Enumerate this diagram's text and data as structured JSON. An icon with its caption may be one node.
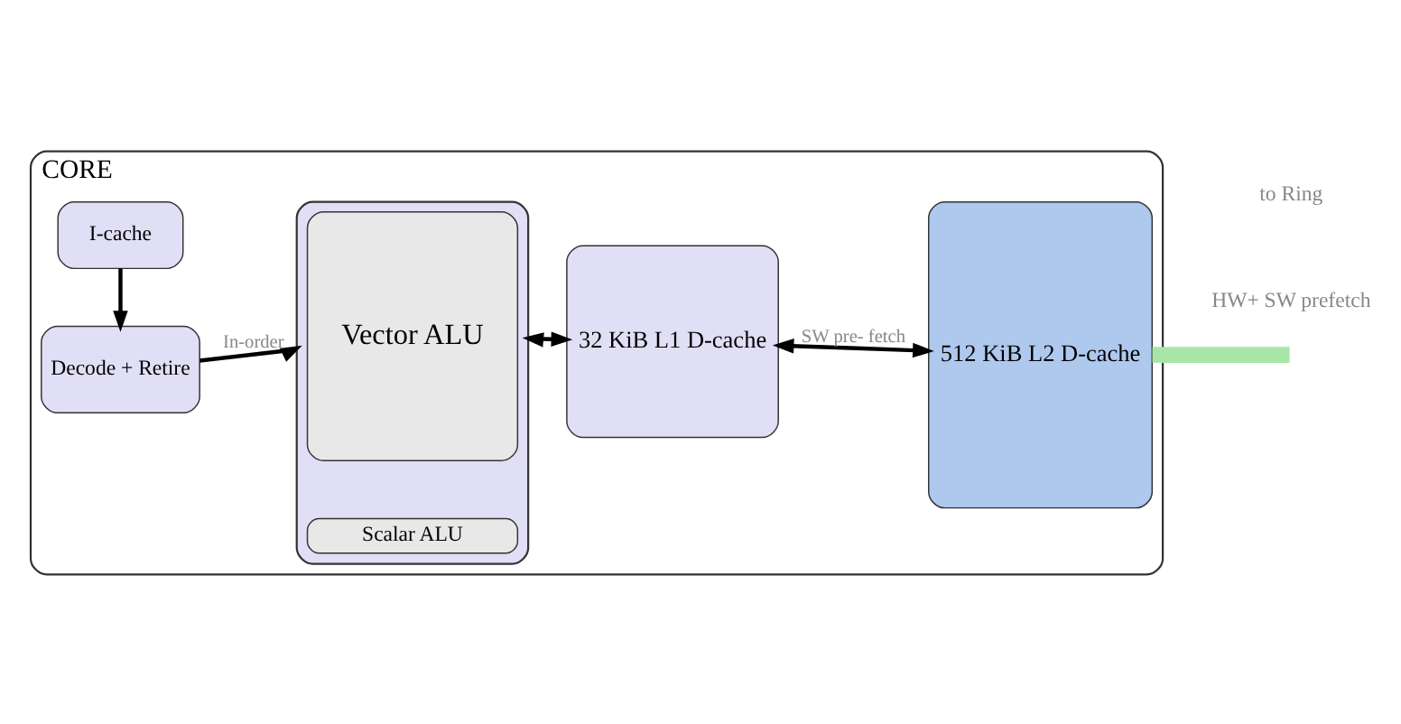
{
  "diagram": {
    "nodes": [
      {
        "text": [
          "CORE"
        ]
      },
      {
        "text": [
          "I-cache"
        ],
        "in": 0
      },
      {
        "text": [
          "Decode + Retire"
        ],
        "in": 0
      },
      {
        "text": [],
        "shape": "box",
        "in": 0
      },
      {
        "text": [
          "Vector ALU"
        ],
        "in": 3
      },
      {
        "text": [
          "Scalar ALU"
        ],
        "in": 3
      },
      {
        "text": [
          "32 KiB L1 D-cache"
        ],
        "in": 0
      },
      {
        "text": [
          "512 KiB L2 D-cache"
        ],
        "in": 0
      }
    ],
    "edges": [
      {
        "from": 1,
        "to": 2,
        "arrow": "to"
      },
      {
        "from": 2,
        "to": 3,
        "arrow": "to",
        "label": "In-order"
      },
      {
        "from": 3,
        "to": 6,
        "arrow": "both"
      },
      {
        "from": 6,
        "to": 7,
        "arrow": "both",
        "label": "SW pre- fetch"
      },
      {
        "from": 7,
        "to": null,
        "arrow": "none",
        "style": "thick",
        "color": "#a8e6a8"
      }
    ],
    "labels": [
      "to Ring",
      "HW+ SW prefetch"
    ]
  }
}
